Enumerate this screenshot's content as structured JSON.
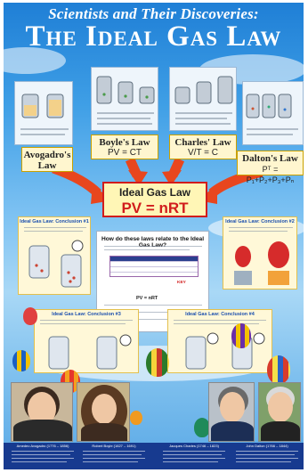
{
  "header": {
    "title": "Scientists and Their Discoveries:",
    "subtitle": "The Ideal Gas Law"
  },
  "laws": {
    "avogadro": {
      "name": "Avogadro's Law",
      "formula": ""
    },
    "boyle": {
      "name": "Boyle's Law",
      "formula": "PV = CT"
    },
    "charles": {
      "name": "Charles' Law",
      "formula": "V/T = C"
    },
    "dalton": {
      "name": "Dalton's Law",
      "formula": "Pᵀ = P₁+P₂+P₃+Pₙ"
    }
  },
  "ideal": {
    "name": "Ideal Gas Law",
    "equation": "PV = nRT"
  },
  "conclusions": [
    {
      "title": "Ideal Gas Law: Conclusion #1"
    },
    {
      "title": "Ideal Gas Law: Conclusion #2"
    },
    {
      "title": "Ideal Gas Law: Conclusion #3"
    },
    {
      "title": "Ideal Gas Law: Conclusion #4"
    }
  ],
  "middle": {
    "question": "How do these laws relate to the Ideal Gas Law?",
    "equation": "PV = nRT",
    "key": "KEY"
  },
  "portraits": [
    {
      "caption": "Amedeo Avogadro (1776 – 1856)"
    },
    {
      "caption": "Robert Boyle (1627 – 1691)"
    },
    {
      "caption": "Jacques Charles (1746 – 1823)"
    },
    {
      "caption": "John Dalton (1766 – 1844)"
    }
  ],
  "colors": {
    "accent": "#d11c1c",
    "banner": "#1f7fd6",
    "arrow": "#e8461e"
  }
}
